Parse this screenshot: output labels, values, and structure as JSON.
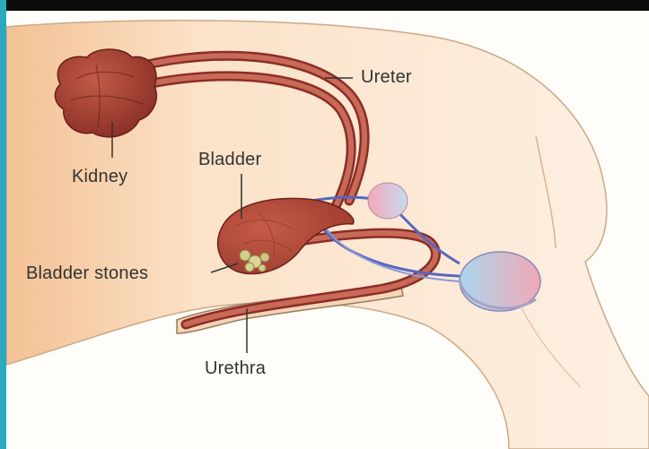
{
  "labels": {
    "ureter": "Ureter",
    "kidney": "Kidney",
    "bladder": "Bladder",
    "bladder_stones": "Bladder stones",
    "urethra": "Urethra"
  },
  "colors": {
    "accent_bar": "#2aa8bf",
    "organ": "#a8453a",
    "skin": "#f6cba0",
    "vessel": "#6472c4",
    "stones": "#d6cf8e"
  }
}
